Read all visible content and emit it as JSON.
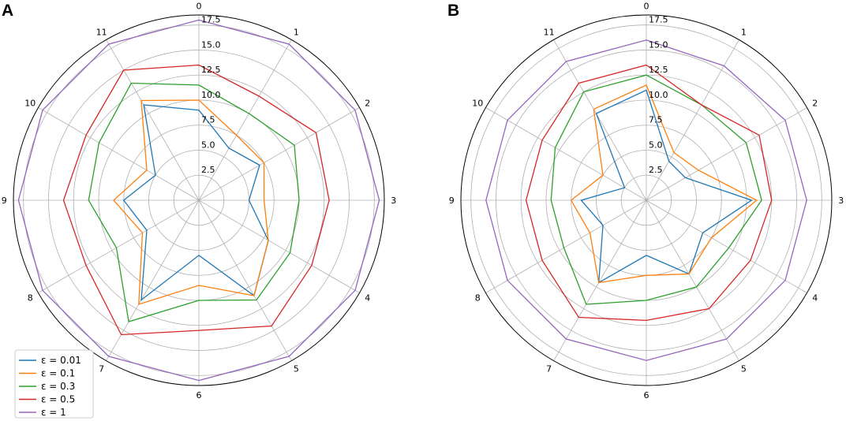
{
  "chart_data": [
    {
      "type": "radar",
      "panel_label": "A",
      "categories": [
        "0",
        "1",
        "2",
        "3",
        "4",
        "5",
        "6",
        "7",
        "8",
        "9",
        "10",
        "11"
      ],
      "rticks": [
        "2.5",
        "5.0",
        "7.5",
        "10.0",
        "12.5",
        "15.0",
        "17.5"
      ],
      "rlim": [
        0,
        18.5
      ],
      "grid": true,
      "series": [
        {
          "name": "ε = 0.01",
          "values": [
            9.0,
            6.0,
            7.0,
            5.0,
            8.0,
            11.0,
            5.5,
            11.5,
            6.0,
            7.5,
            5.0,
            11.0
          ]
        },
        {
          "name": "ε = 0.1",
          "values": [
            10.0,
            7.5,
            7.5,
            6.5,
            8.0,
            11.0,
            8.5,
            12.0,
            6.5,
            8.5,
            6.0,
            11.5
          ]
        },
        {
          "name": "ε = 0.3",
          "values": [
            11.5,
            10.0,
            11.0,
            10.0,
            10.5,
            11.5,
            10.0,
            14.0,
            9.5,
            11.0,
            11.5,
            13.5
          ]
        },
        {
          "name": "ε = 0.5",
          "values": [
            13.5,
            12.0,
            13.5,
            13.0,
            13.0,
            14.5,
            13.0,
            15.5,
            13.0,
            13.5,
            13.0,
            15.0
          ]
        },
        {
          "name": "ε = 1",
          "values": [
            18.0,
            18.0,
            18.0,
            18.0,
            18.0,
            18.0,
            18.0,
            18.0,
            18.0,
            18.0,
            18.0,
            18.0
          ]
        }
      ],
      "colors": [
        "#1f77b4",
        "#ff7f0e",
        "#2ca02c",
        "#d62728",
        "#9467bd"
      ],
      "legend_position": "lower-left"
    },
    {
      "type": "radar",
      "panel_label": "B",
      "categories": [
        "0",
        "1",
        "2",
        "3",
        "4",
        "5",
        "6",
        "7",
        "8",
        "9",
        "10",
        "11"
      ],
      "rticks": [
        "2.5",
        "5.0",
        "7.5",
        "10.0",
        "12.5",
        "15.0",
        "17.5"
      ],
      "rlim": [
        0,
        18.5
      ],
      "grid": true,
      "series": [
        {
          "name": "ε = 0.01",
          "values": [
            11.0,
            4.5,
            4.5,
            10.5,
            6.5,
            8.5,
            5.5,
            9.5,
            5.0,
            6.5,
            2.5,
            10.0
          ]
        },
        {
          "name": "ε = 0.1",
          "values": [
            11.5,
            5.5,
            6.0,
            11.0,
            7.5,
            8.5,
            7.5,
            9.5,
            6.5,
            7.5,
            5.0,
            10.5
          ]
        },
        {
          "name": "ε = 0.3",
          "values": [
            12.5,
            11.0,
            11.5,
            11.5,
            9.5,
            10.0,
            10.0,
            12.0,
            9.5,
            9.5,
            10.5,
            12.5
          ]
        },
        {
          "name": "ε = 0.5",
          "values": [
            13.5,
            11.0,
            13.0,
            12.5,
            12.0,
            12.5,
            12.0,
            13.5,
            12.0,
            12.0,
            12.0,
            13.5
          ]
        },
        {
          "name": "ε = 1",
          "values": [
            16.0,
            15.5,
            16.0,
            16.0,
            16.0,
            16.0,
            16.0,
            16.0,
            16.0,
            16.0,
            16.0,
            16.0
          ]
        }
      ],
      "colors": [
        "#1f77b4",
        "#ff7f0e",
        "#2ca02c",
        "#d62728",
        "#9467bd"
      ]
    }
  ]
}
